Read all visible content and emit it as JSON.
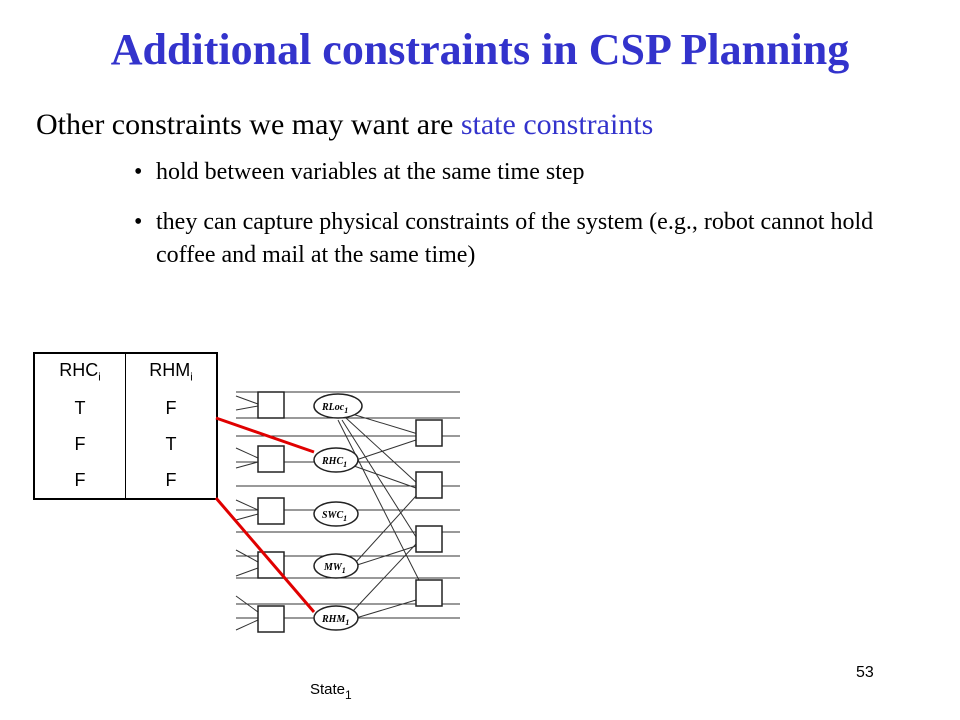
{
  "slide": {
    "title": "Additional constraints in CSP Planning",
    "lead_prefix": "Other constraints we may want are ",
    "lead_highlight": "state constraints",
    "bullets": [
      "hold between variables at the same time step",
      "they can capture physical constraints of the system (e.g., robot cannot hold coffee and mail at the same time)"
    ],
    "bullet_glyph": "•",
    "page_number": "53"
  },
  "table": {
    "headers": [
      {
        "base": "RHC",
        "sub": "i"
      },
      {
        "base": "RHM",
        "sub": "i"
      }
    ],
    "rows": [
      [
        "T",
        "F"
      ],
      [
        "F",
        "T"
      ],
      [
        "F",
        "F"
      ]
    ]
  },
  "diagram": {
    "nodes": [
      {
        "base": "RLoc",
        "sub": "1"
      },
      {
        "base": "RHC",
        "sub": "1"
      },
      {
        "base": "SWC",
        "sub": "1"
      },
      {
        "base": "MW",
        "sub": "1"
      },
      {
        "base": "RHM",
        "sub": "1"
      }
    ],
    "state_label": {
      "base": "State",
      "sub": "1"
    }
  },
  "colors": {
    "title": "#3333cc",
    "highlight": "#3333cc",
    "constraint_line": "#e00000"
  }
}
